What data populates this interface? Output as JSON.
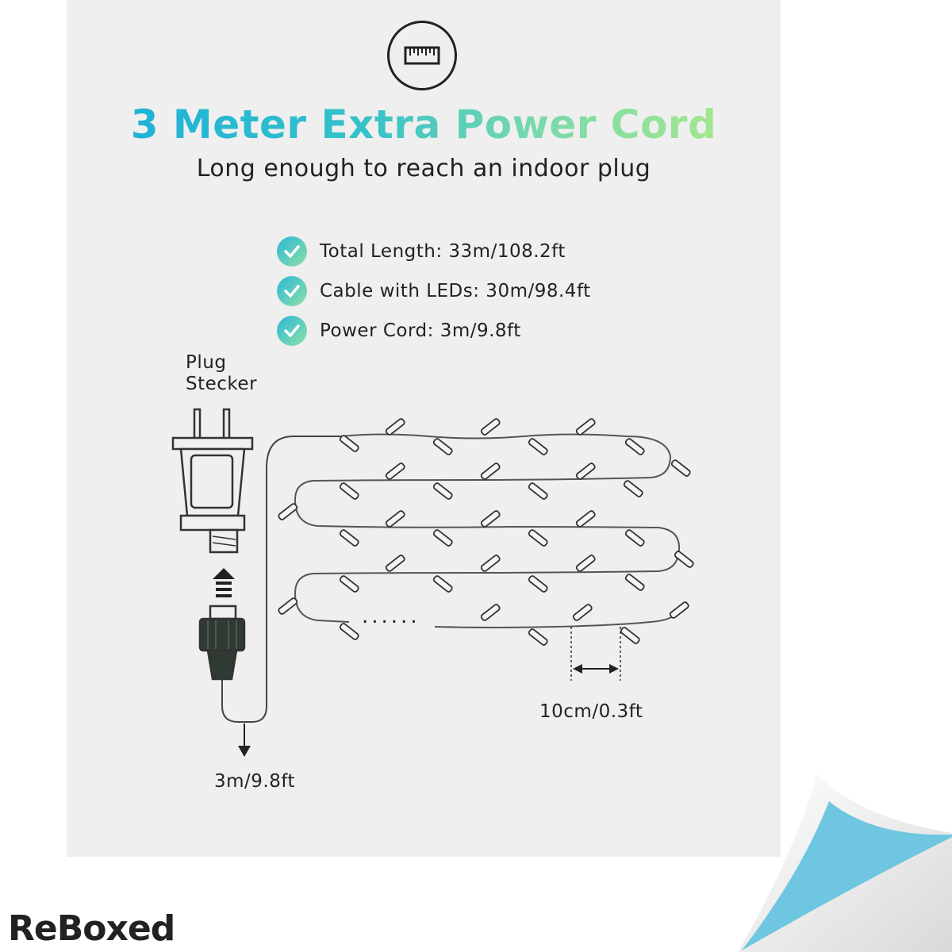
{
  "header": {
    "title": "3 Meter Extra Power Cord",
    "subtitle": "Long enough to reach an indoor plug",
    "icon": "ruler-icon"
  },
  "specs": [
    {
      "icon": "check-icon",
      "text": "Total Length: 33m/108.2ft"
    },
    {
      "icon": "check-icon",
      "text": "Cable with LEDs: 30m/98.4ft"
    },
    {
      "icon": "check-icon",
      "text": "Power Cord: 3m/9.8ft"
    }
  ],
  "diagram": {
    "plug_label_1": "Plug",
    "plug_label_2": "Stecker",
    "cord_length": "3m/9.8ft",
    "led_spacing": "10cm/0.3ft",
    "ellipsis": "......"
  },
  "brand": {
    "logo": "ReBoxed"
  },
  "colors": {
    "panel": "#efefef",
    "gradient_start": "#1fb3d6",
    "gradient_end": "#a3e68e",
    "corner_peel": "#6ec6e0"
  }
}
